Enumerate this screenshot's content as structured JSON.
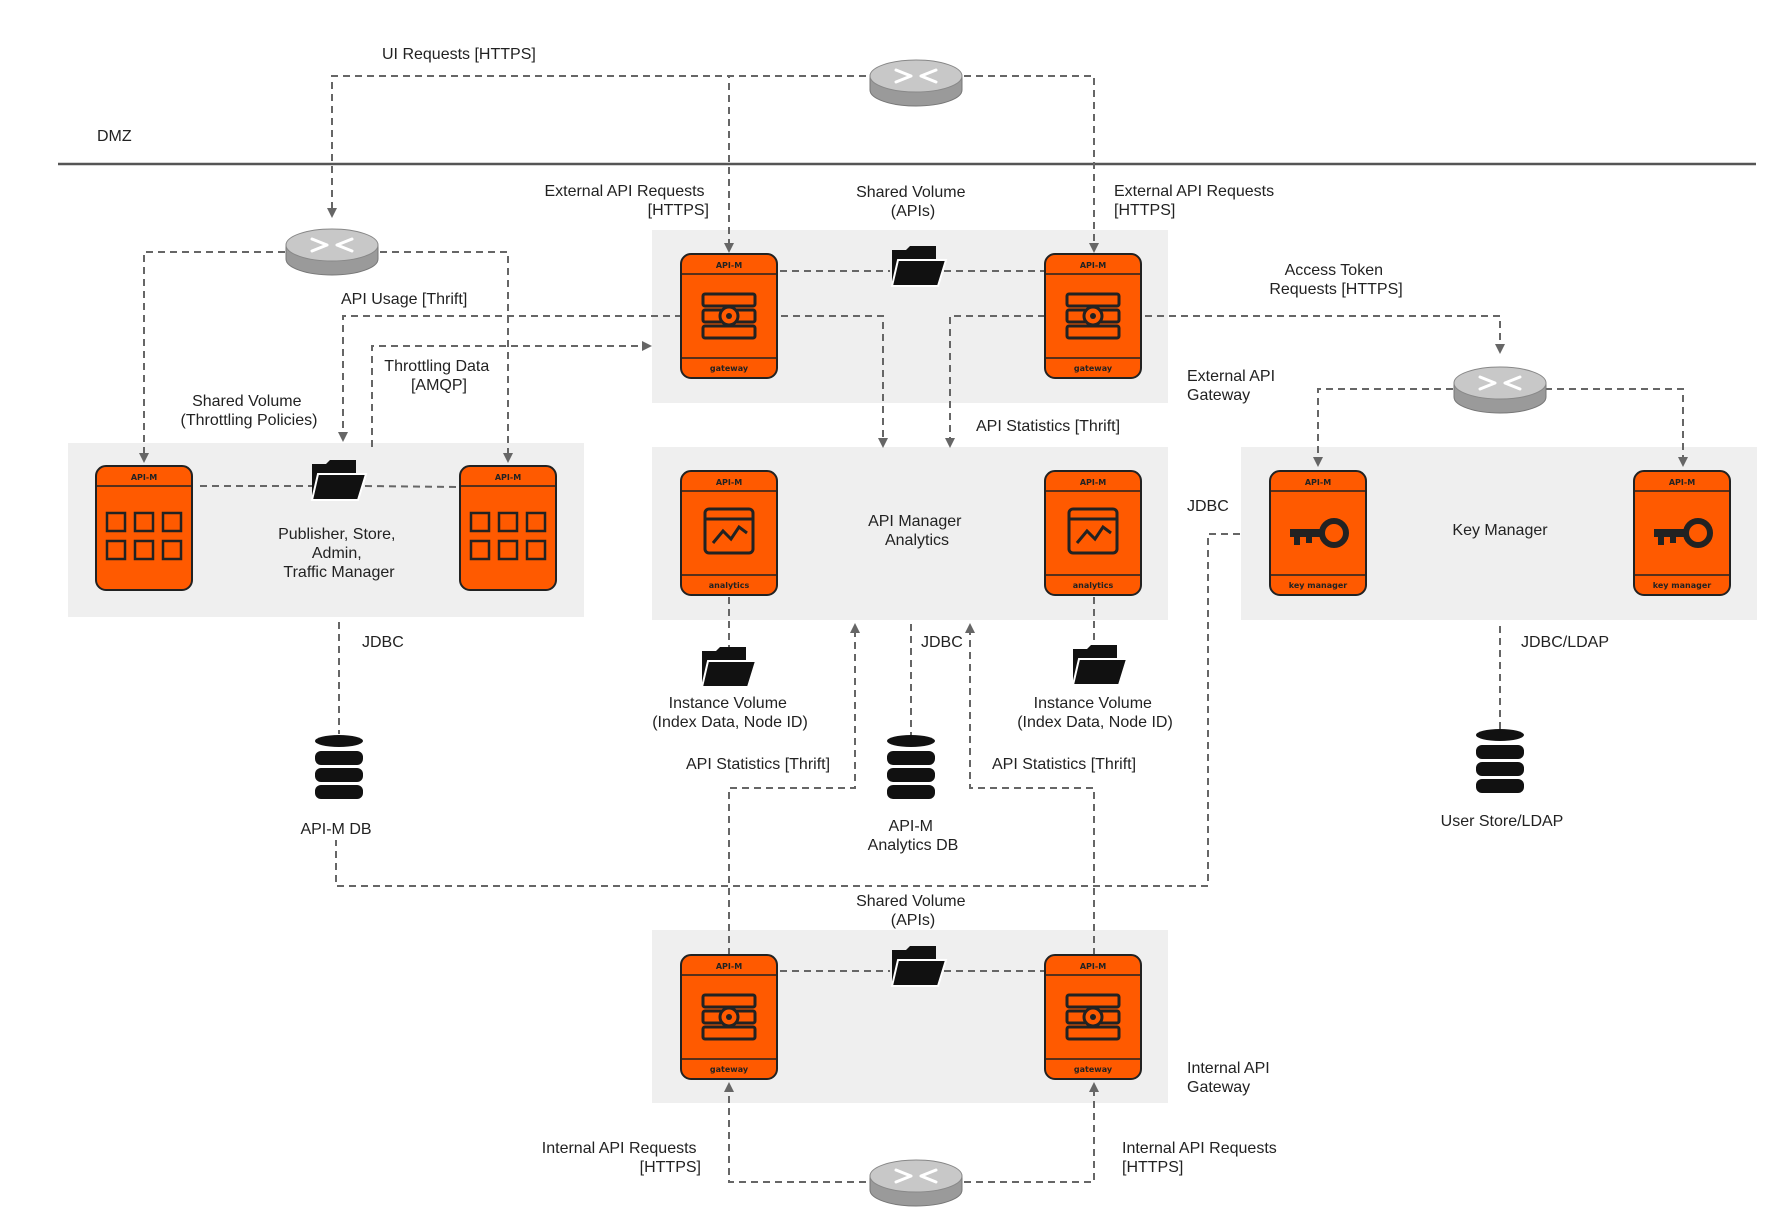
{
  "colors": {
    "node_fill": "#ff5a00",
    "node_stroke": "#222222",
    "zone_fill": "#efefef",
    "router_fill": "#bdbdbd",
    "line": "#666666"
  },
  "zones": {
    "dmz": "DMZ",
    "external_gateway": [
      "External API",
      "Gateway"
    ],
    "internal_gateway": [
      "Internal API",
      "Gateway"
    ],
    "analytics": [
      "API Manager",
      "Analytics"
    ],
    "key_manager": "Key Manager",
    "publisher": [
      "Publisher, Store,",
      "Admin,",
      "Traffic Manager"
    ]
  },
  "nodes": {
    "tag": "API-M",
    "gateway": "gateway",
    "analytics": "analytics",
    "key_manager": "key manager"
  },
  "labels": {
    "ui_requests": "UI Requests [HTTPS]",
    "ext_requests_left": [
      "External API Requests",
      "[HTTPS]"
    ],
    "ext_requests_right": [
      "External API Requests",
      "[HTTPS]"
    ],
    "shared_volume_top": [
      "Shared Volume",
      "(APIs)"
    ],
    "access_token": [
      "Access Token",
      "Requests [HTTPS]"
    ],
    "api_usage": "API Usage [Thrift]",
    "throttling_data": [
      "Throttling Data",
      "[AMQP]"
    ],
    "shared_volume_throttle": [
      "Shared Volume",
      "(Throttling Policies)"
    ],
    "api_stats_top": "API Statistics [Thrift]",
    "jdbc_analytics": "JDBC",
    "jdbc_publisher": "JDBC",
    "jdbc_mid": "JDBC",
    "jdbc_ldap": "JDBC/LDAP",
    "instance_left": [
      "Instance Volume",
      "(Index Data, Node ID)"
    ],
    "instance_right": [
      "Instance Volume",
      "(Index Data, Node ID)"
    ],
    "api_stats_left": "API Statistics [Thrift]",
    "api_stats_right": "API Statistics [Thrift]",
    "apim_db": "API-M DB",
    "analytics_db": [
      "API-M",
      "Analytics DB"
    ],
    "user_store": "User Store/LDAP",
    "shared_volume_bottom": [
      "Shared Volume",
      "(APIs)"
    ],
    "int_requests_left": [
      "Internal API Requests",
      "[HTTPS]"
    ],
    "int_requests_right": [
      "Internal API Requests",
      "[HTTPS]"
    ]
  },
  "icons": [
    "router-icon",
    "folder-icon",
    "database-icon",
    "gateway-server-icon",
    "analytics-chart-icon",
    "key-icon",
    "publisher-grid-icon"
  ]
}
